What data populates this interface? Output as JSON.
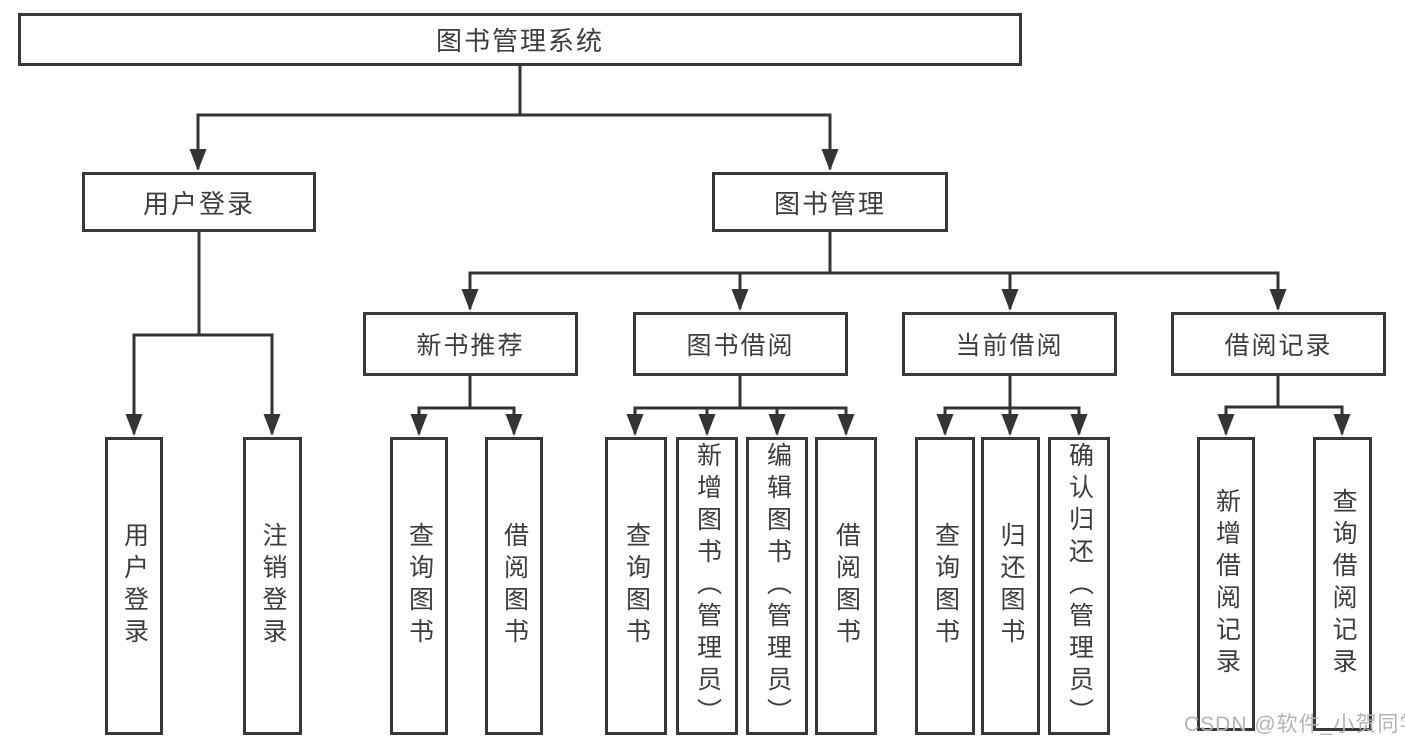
{
  "colors": {
    "line": "#343434",
    "border": "#383838",
    "text": "#3d3d3d",
    "background": "#ffffff",
    "watermark": "#b4b4b4"
  },
  "watermark": "CSDN @软件_小贺同学",
  "tree": {
    "root": "图书管理系统",
    "branches": [
      {
        "label": "用户登录",
        "leaves": [
          "用户登录",
          "注销登录"
        ]
      },
      {
        "label": "图书管理",
        "children": [
          {
            "label": "新书推荐",
            "leaves": [
              "查询图书",
              "借阅图书"
            ]
          },
          {
            "label": "图书借阅",
            "leaves": [
              "查询图书",
              "新增图书（管理员）",
              "编辑图书（管理员）",
              "借阅图书"
            ]
          },
          {
            "label": "当前借阅",
            "leaves": [
              "查询图书",
              "归还图书",
              "确认归还（管理员）"
            ]
          },
          {
            "label": "借阅记录",
            "leaves": [
              "新增借阅记录",
              "查询借阅记录"
            ]
          }
        ]
      }
    ]
  }
}
